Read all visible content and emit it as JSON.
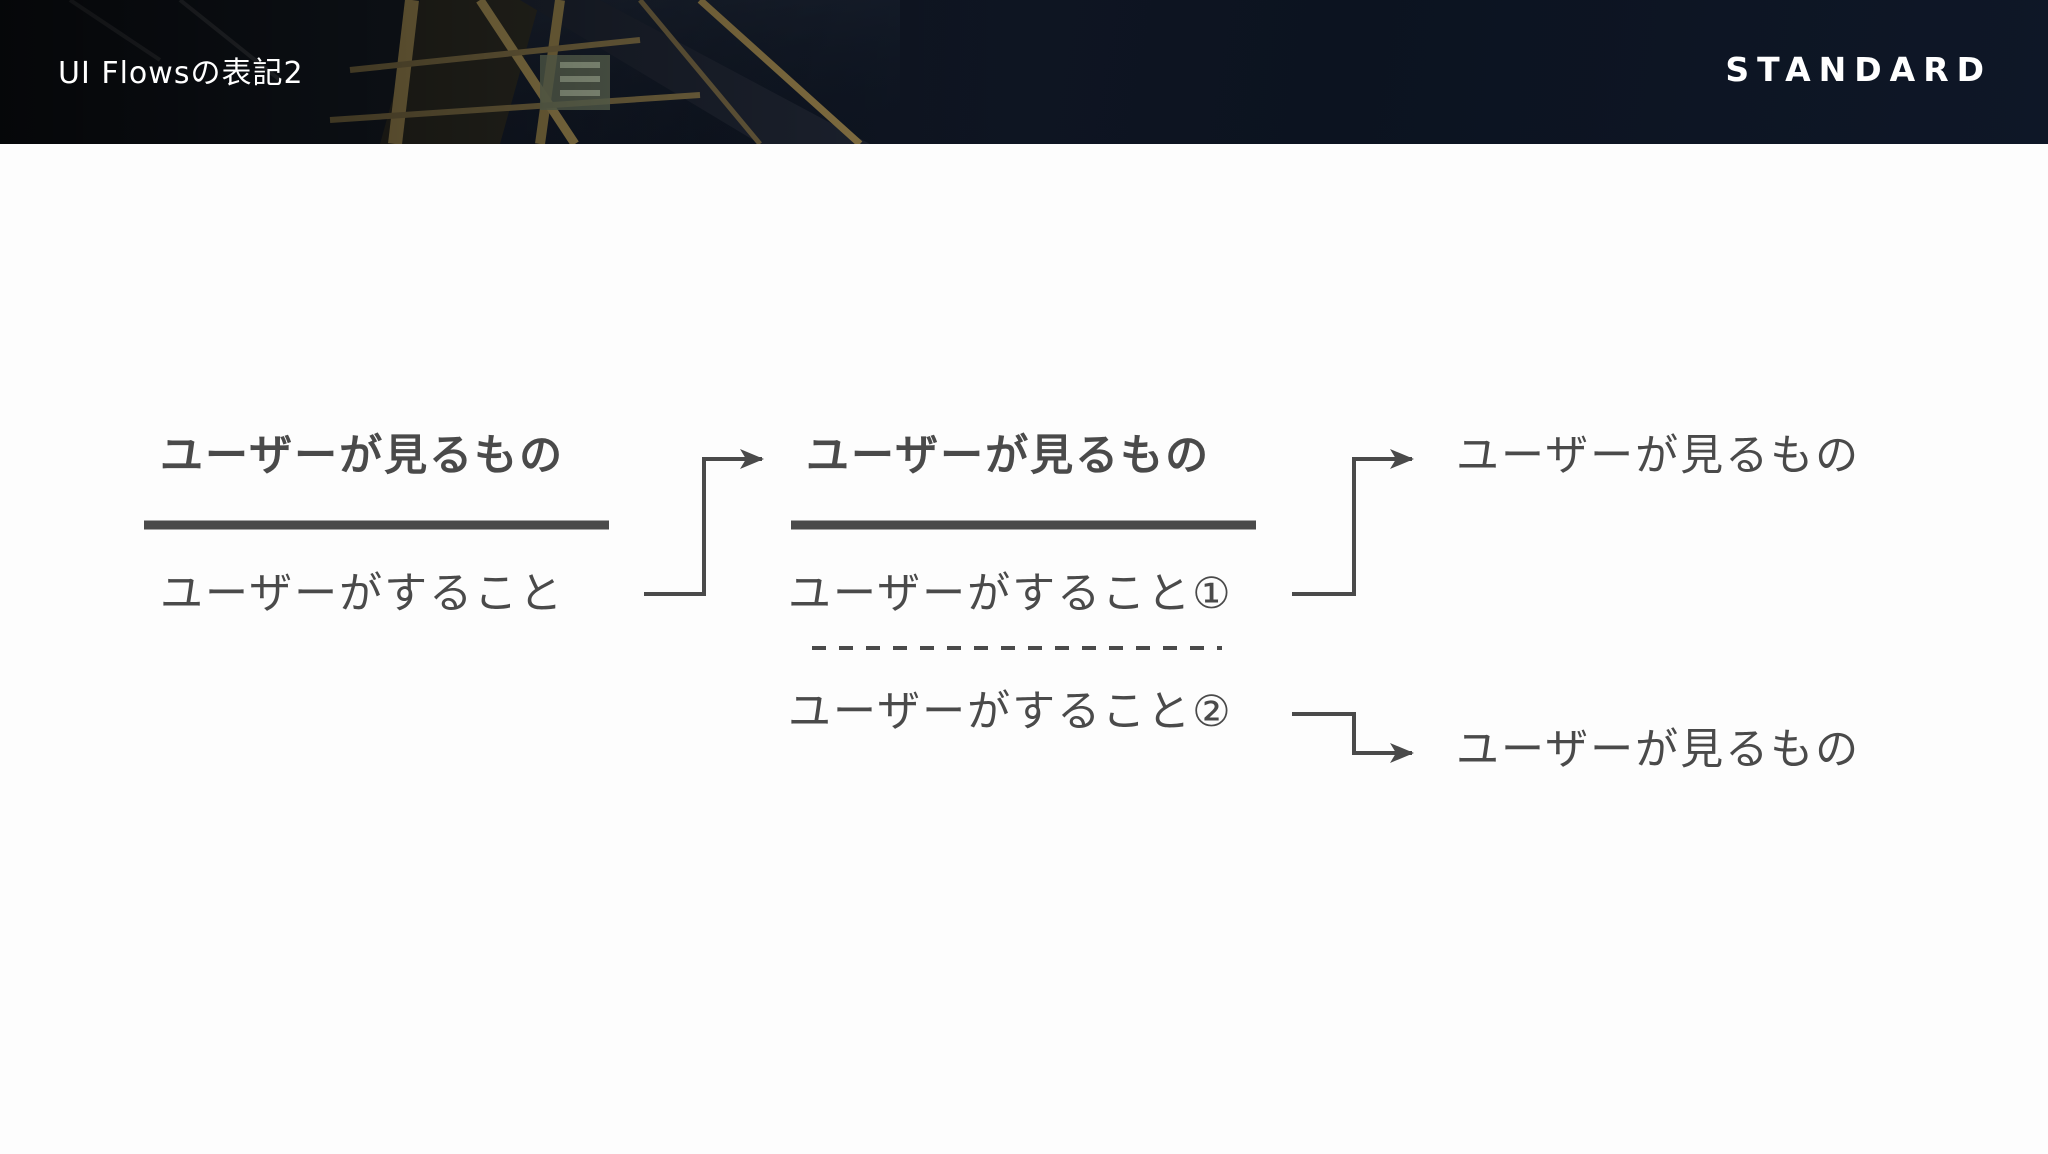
{
  "header": {
    "slide_title": "UI Flowsの表記2",
    "brand": "STANDARD"
  },
  "diagram": {
    "step1": {
      "screen": "ユーザーが見るもの",
      "action": "ユーザーがすること"
    },
    "step2": {
      "screen": "ユーザーが見るもの",
      "action_1": "ユーザーがすること①",
      "action_2": "ユーザーがすること②"
    },
    "outcome_1": "ユーザーが見るもの",
    "outcome_2": "ユーザーが見るもの"
  },
  "colors": {
    "ink": "#4a4a4a",
    "header_bg": "#0f1724",
    "header_text": "#ffffff",
    "page_bg": "#fdfdfd"
  }
}
